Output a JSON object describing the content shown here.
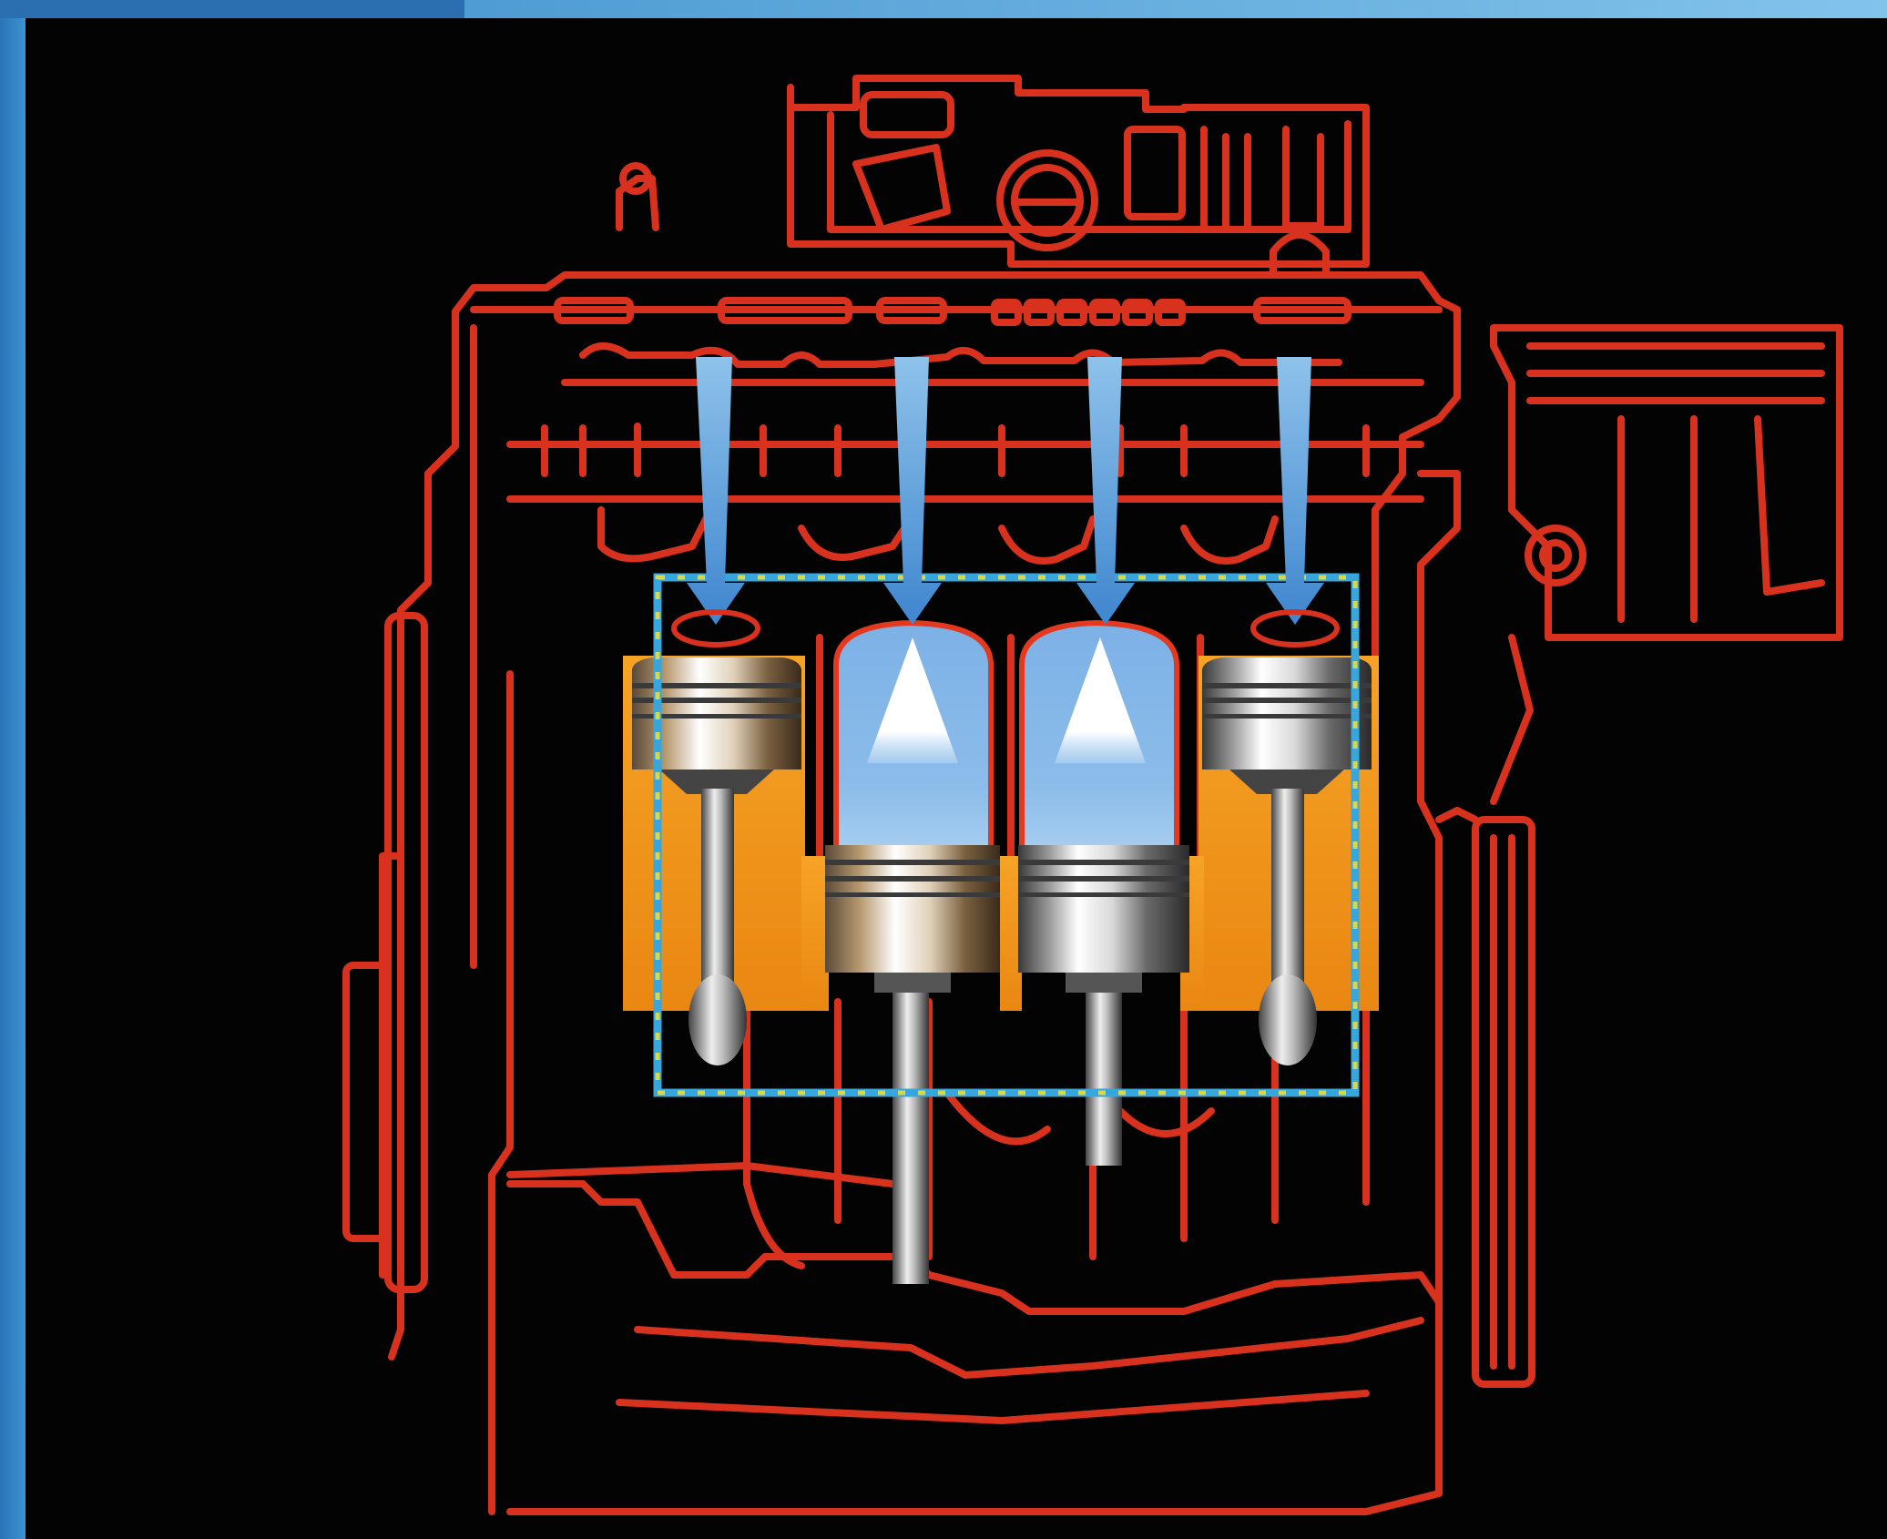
{
  "colors": {
    "background": "#030303",
    "frame_blue": "#2b7fc4",
    "frame_blue_light": "#6fb2e0",
    "outline_red": "#d8321f",
    "outline_red_fill": "#e4391f",
    "cylinder_orange": "#f39a1c",
    "intake_arrow_blue": "#5f9fd8",
    "piston_steel_light": "#f2f2f2",
    "piston_steel_dark": "#4a4a4a",
    "combustion_blue": "#7fb3e8",
    "flame_white": "#ffffff",
    "cutaway_outline_blue": "#37a6dd",
    "cutaway_outline_yellow": "#d8d84a"
  },
  "cylinders": [
    {
      "position": 1,
      "piston_level": "top",
      "chamber": "compressed"
    },
    {
      "position": 2,
      "piston_level": "bottom",
      "chamber": "combustion"
    },
    {
      "position": 3,
      "piston_level": "bottom",
      "chamber": "combustion"
    },
    {
      "position": 4,
      "piston_level": "top",
      "chamber": "compressed"
    }
  ],
  "intake_arrow_count": 4
}
